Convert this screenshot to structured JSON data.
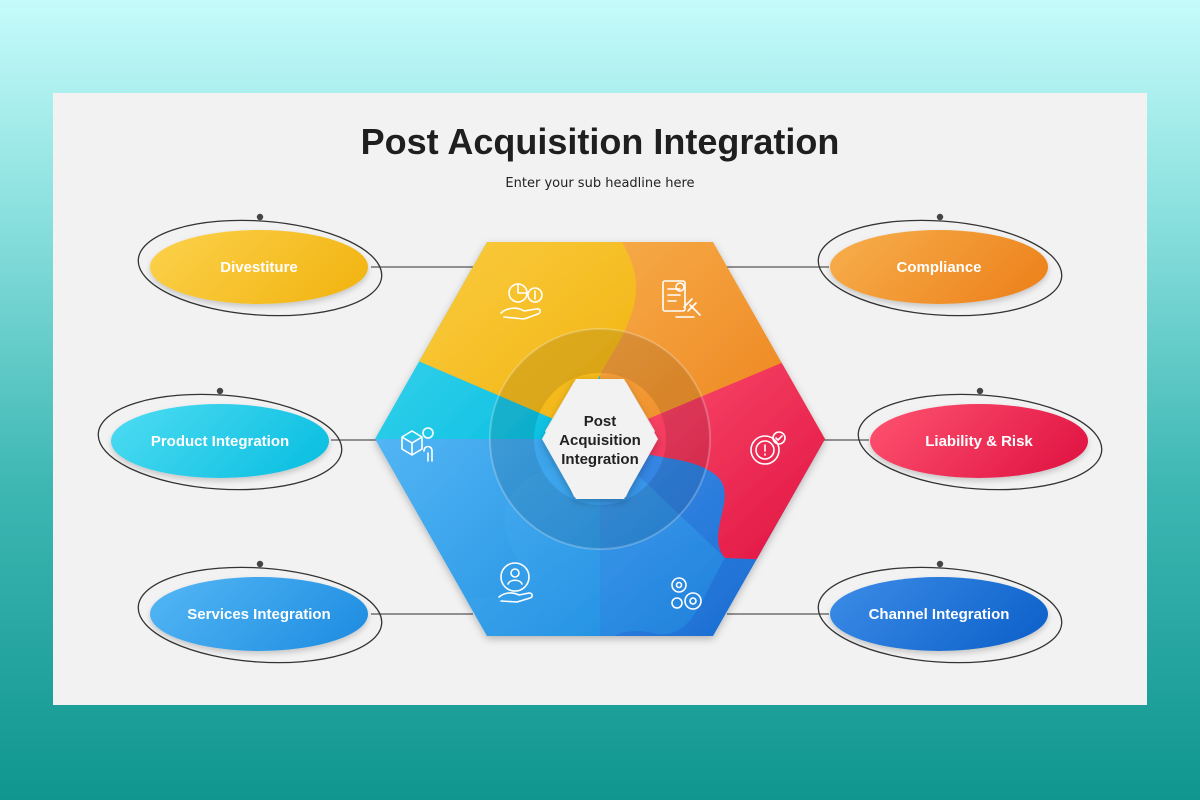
{
  "title": "Post Acquisition Integration",
  "subtitle": "Enter your sub headline here",
  "center": {
    "line1": "Post",
    "line2": "Acquisition",
    "line3": "Integration"
  },
  "items": [
    {
      "label": "Divestiture",
      "icon": "pie-chart-coin-hand-icon",
      "color": "#f4b818"
    },
    {
      "label": "Product Integration",
      "icon": "box-gear-touch-icon",
      "color": "#13c3e4"
    },
    {
      "label": "Services Integration",
      "icon": "hand-user-refresh-icon",
      "color": "#2a95e6"
    },
    {
      "label": "Compliance",
      "icon": "document-gavel-icon",
      "color": "#ee8b22"
    },
    {
      "label": "Liability & Risk",
      "icon": "gear-warning-check-icon",
      "color": "#e51846"
    },
    {
      "label": "Channel Integration",
      "icon": "gears-icon",
      "color": "#1469cf"
    }
  ]
}
